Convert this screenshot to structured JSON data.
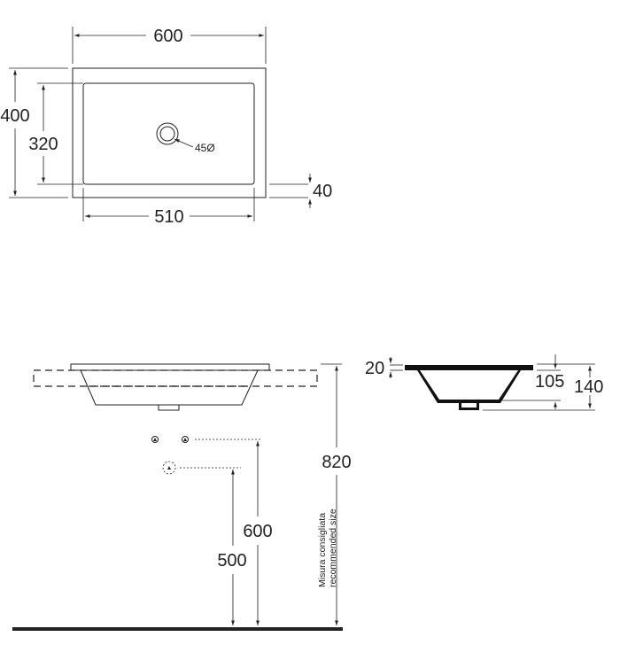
{
  "top_view": {
    "overall_width": "600",
    "overall_depth": "400",
    "bowl_depth": "320",
    "bowl_width": "510",
    "rim_offset": "40",
    "drain_diameter": "45Ø"
  },
  "front_view": {
    "mounting_height": "820",
    "tap_height": "600",
    "waste_height": "500",
    "recommended_note_line1": "Misura consigliata",
    "recommended_note_line2": "recommended size"
  },
  "section_view": {
    "rim_thickness": "20",
    "bowl_depth": "105",
    "total_height": "140"
  },
  "colors": {
    "line": "#222222",
    "fill_black": "#111111",
    "floor": "#222222"
  }
}
